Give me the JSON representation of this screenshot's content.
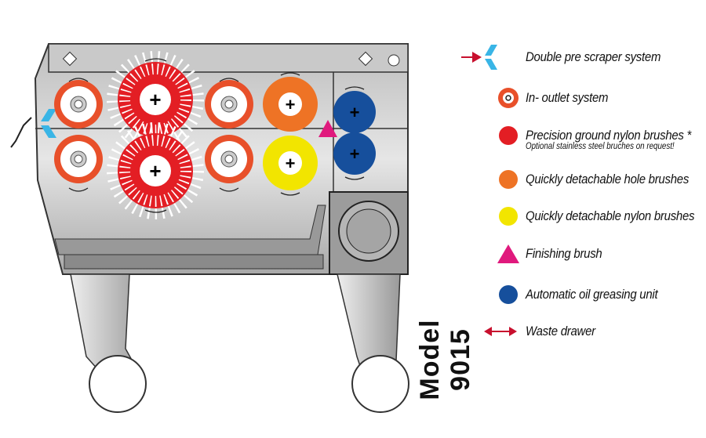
{
  "model_label": "Model 9015",
  "legend": [
    {
      "icon": "double-pre-scraper",
      "label": "Double pre scraper system",
      "color": "#39b5e6"
    },
    {
      "icon": "in-outlet",
      "label": "In- outlet system",
      "color": "#e8502a"
    },
    {
      "icon": "circle",
      "label": "Precision ground nylon brushes *",
      "note": "Optional stainless steel bruches on request!",
      "color": "#e31e24"
    },
    {
      "icon": "circle",
      "label": "Quickly detachable hole brushes",
      "color": "#ee7325"
    },
    {
      "icon": "circle",
      "label": "Quickly detachable nylon brushes",
      "color": "#f2e500"
    },
    {
      "icon": "triangle",
      "label": "Finishing brush",
      "color": "#e0197d"
    },
    {
      "icon": "circle",
      "label": "Automatic oil greasing unit",
      "color": "#164f9c"
    },
    {
      "icon": "double-arrow",
      "label": "Waste drawer",
      "color": "#c8102e"
    }
  ]
}
